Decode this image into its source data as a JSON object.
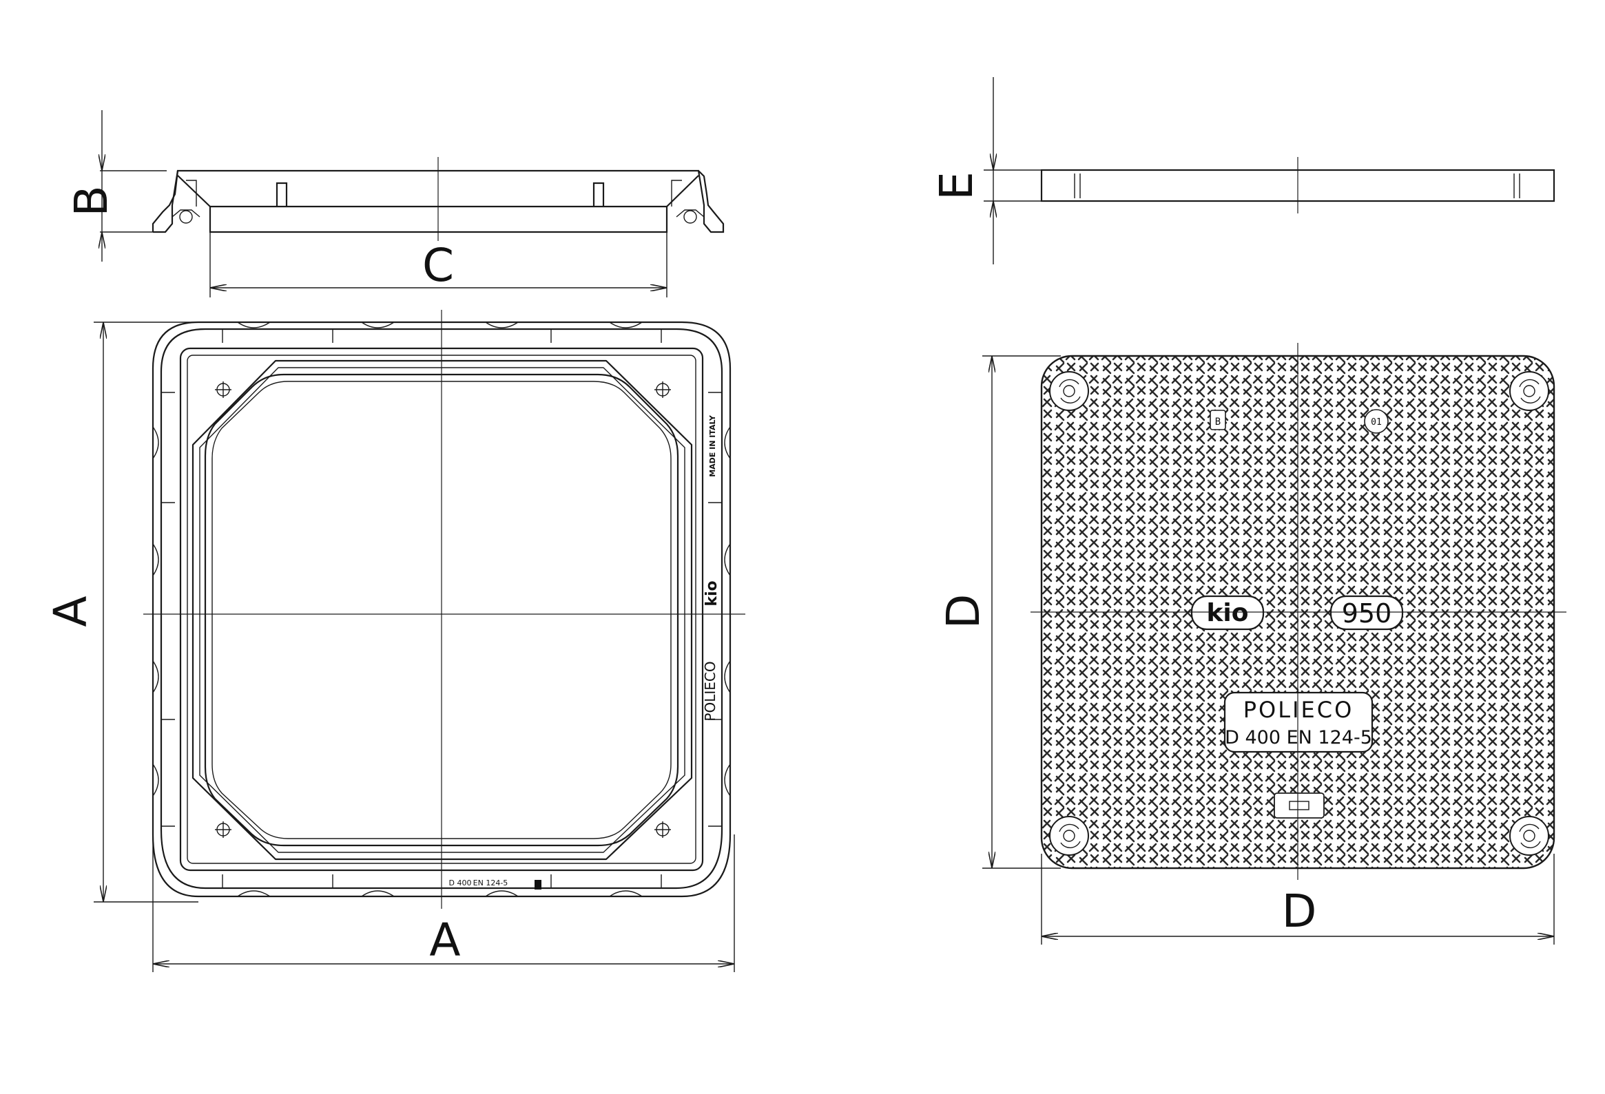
{
  "dimensions": {
    "a_left": "A",
    "a_bottom": "A",
    "b": "B",
    "c": "C",
    "d_left": "D",
    "d_bottom": "D",
    "e": "E"
  },
  "frame_markings": {
    "made_in": "MADE IN ITALY",
    "logo": "kio",
    "brand": "POLIECO",
    "load_class": "D 400",
    "standard": "EN 124-5"
  },
  "cover_markings": {
    "logo": "kio",
    "size": "950",
    "brand": "POLIECO",
    "class_line": "D 400 EN 124-5",
    "date_code": "01",
    "small_code": "B"
  }
}
